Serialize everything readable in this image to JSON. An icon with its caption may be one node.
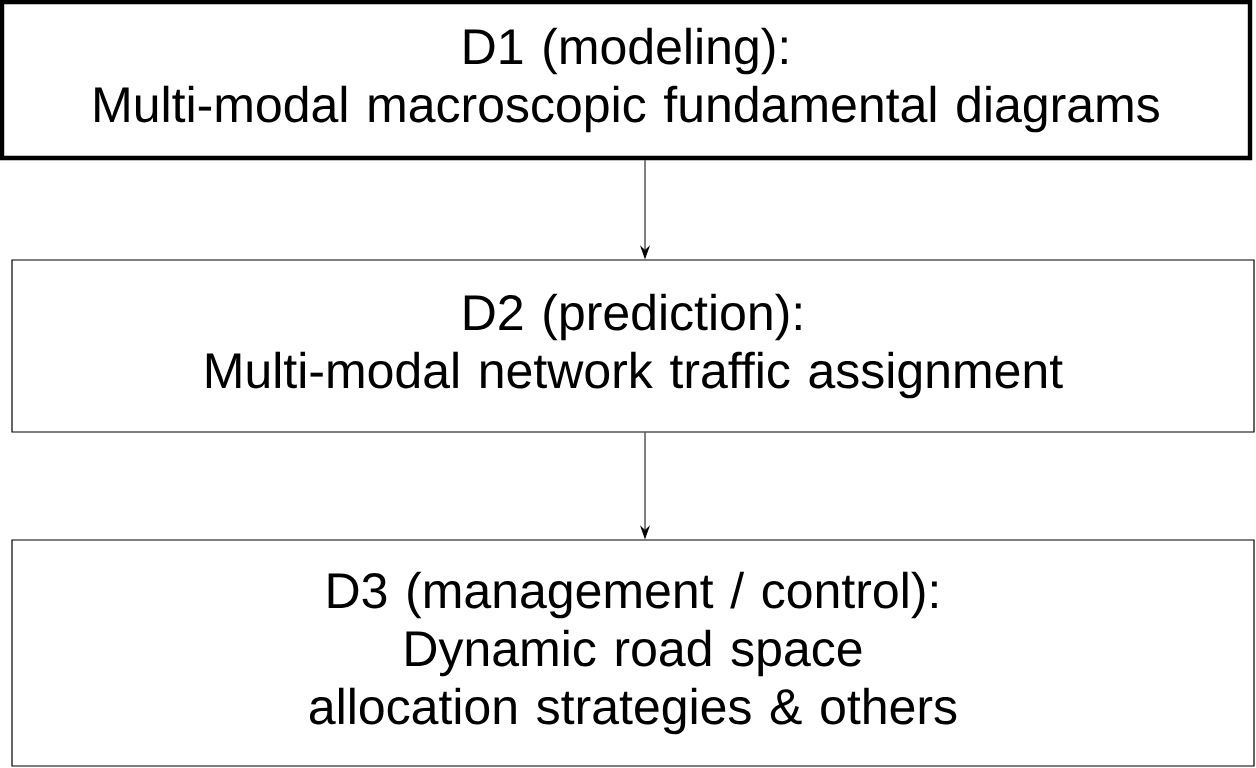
{
  "diagram": {
    "nodes": [
      {
        "text": [
          "D1 (modeling):",
          "Multi-modal macroscopic fundamental diagrams"
        ]
      },
      {
        "text": [
          "D2 (prediction):",
          "Multi-modal network traffic assignment"
        ]
      },
      {
        "text": [
          "D3 (management / control):",
          "Dynamic road space allocation strategies & others"
        ]
      }
    ],
    "edges": [
      {
        "from": 0,
        "to": 1,
        "arrow": "to"
      },
      {
        "from": 1,
        "to": 2,
        "arrow": "to"
      }
    ]
  }
}
